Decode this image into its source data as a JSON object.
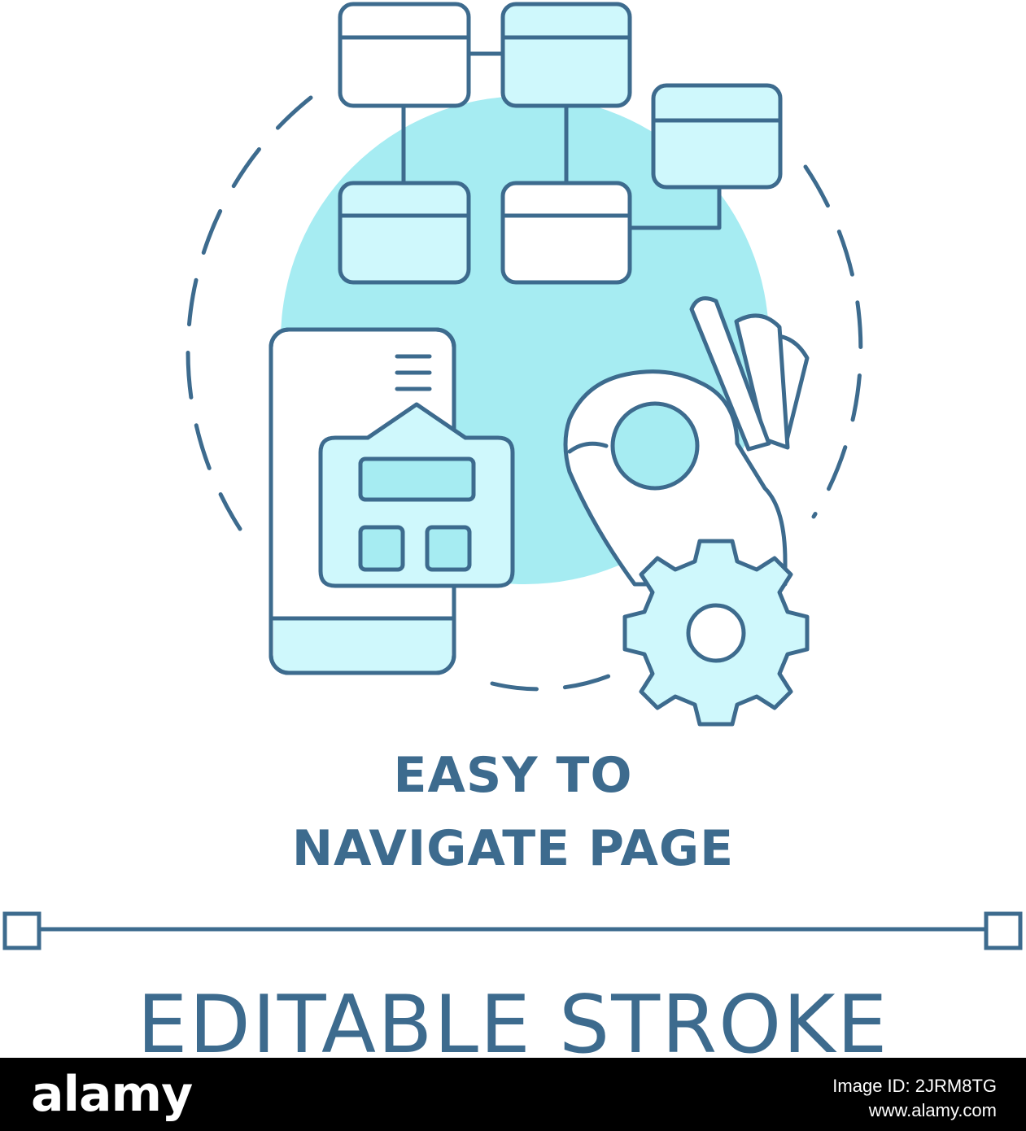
{
  "colors": {
    "stroke": "#3d6b8e",
    "fill_light": "#cff8fc",
    "fill_mid": "#a6ecf2",
    "background": "#ffffff",
    "watermark_bar": "#000000"
  },
  "title": {
    "line_1": "EASY TO",
    "line_2": "NAVIGATE PAGE"
  },
  "subtitle": "EDITABLE STROKE",
  "watermark": {
    "logo": "alamy",
    "image_id": "Image ID: 2JRM8TG",
    "site": "www.alamy.com"
  },
  "icons": [
    "sitemap-icon",
    "smartphone-icon",
    "ok-hand-icon",
    "gear-icon"
  ]
}
